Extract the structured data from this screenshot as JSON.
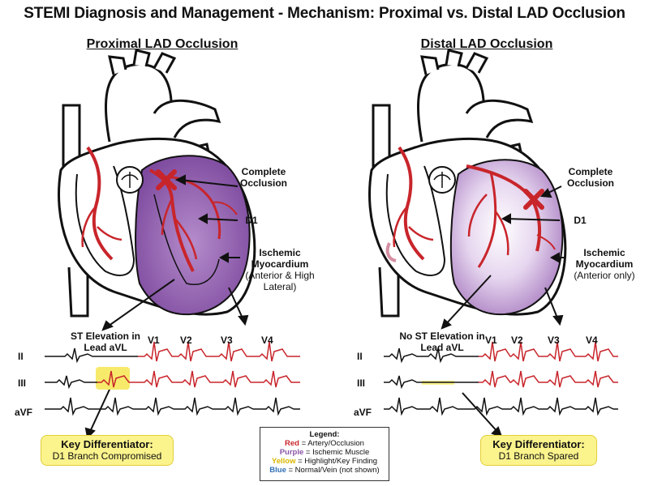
{
  "title": "STEMI Diagnosis and Management - Mechanism: Proximal vs. Distal LAD Occlusion",
  "colors": {
    "artery": "#c8252b",
    "ischemic": "#8a55a8",
    "highlight": "#fbf38c",
    "vein_label": "#2f6fb3",
    "outline": "#111111"
  },
  "panels": {
    "left": {
      "title": "Proximal LAD Occlusion",
      "occlusion": "Complete Occlusion",
      "d1": "D1",
      "ischemic_title": "Ischemic Myocardium",
      "ischemic_detail": "(Anterior & High Lateral)",
      "st_label": "ST Elevation in Lead aVL",
      "key_title": "Key Differentiator:",
      "key_text": "D1 Branch Compromised"
    },
    "right": {
      "title": "Distal LAD Occlusion",
      "occlusion": "Complete Occlusion",
      "d1": "D1",
      "ischemic_title": "Ischemic Myocardium",
      "ischemic_detail": "(Anterior only)",
      "st_label": "No ST Elevation in Lead aVL",
      "key_title": "Key Differentiator:",
      "key_text": "D1 Branch Spared"
    }
  },
  "ecg": {
    "leads": [
      "II",
      "III",
      "aVF"
    ],
    "precordial": [
      "V1",
      "V2",
      "V3",
      "V4"
    ]
  },
  "legend": {
    "heading": "Legend:",
    "items": [
      {
        "key": "Red",
        "desc": "= Artery/Occlusion",
        "color": "#c8252b"
      },
      {
        "key": "Purple",
        "desc": "= Ischemic Muscle",
        "color": "#8a55a8"
      },
      {
        "key": "Yellow",
        "desc": "= Highlight/Key Finding",
        "color": "#d9b800"
      },
      {
        "key": "Blue",
        "desc": "= Normal/Vein (not shown)",
        "color": "#2f6fb3"
      }
    ]
  }
}
